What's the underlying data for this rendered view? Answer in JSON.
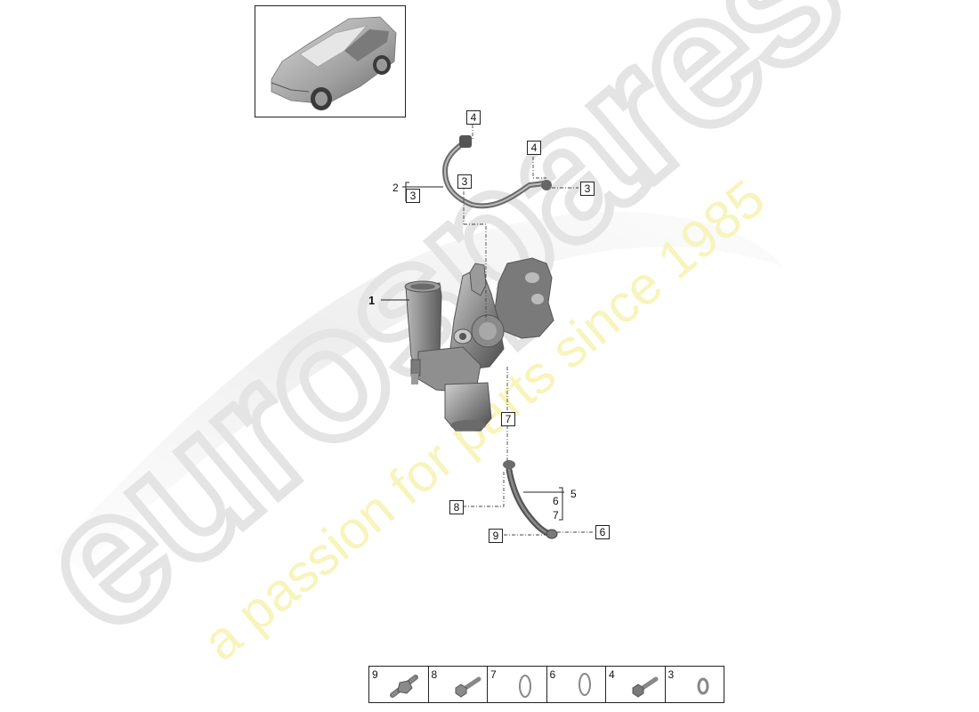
{
  "watermark": {
    "brand": "eurospares",
    "tagline": "a passion for parts since 1985",
    "tagline_color": "#f5f0a8",
    "brand_color": "#e8e8e8"
  },
  "vehicle_thumbnail": {
    "label": "vehicle-overview",
    "description": "SUV isometric view"
  },
  "main_part": {
    "number": "1",
    "name": "turbocharger"
  },
  "callouts": {
    "oil_feed_line": {
      "number": "2",
      "sub": "3"
    },
    "oil_return_line": {
      "number": "5",
      "sub": [
        "6",
        "7"
      ]
    },
    "top_left_4": "4",
    "top_left_3": "3",
    "top_right_4": "4",
    "top_right_3": "3",
    "mid_7": "7",
    "low_8": "8",
    "low_9": "9",
    "low_6": "6"
  },
  "legend": [
    {
      "number": "9",
      "icon": "stud-bolt-icon"
    },
    {
      "number": "8",
      "icon": "bolt-icon"
    },
    {
      "number": "7",
      "icon": "o-ring-icon"
    },
    {
      "number": "6",
      "icon": "o-ring-icon"
    },
    {
      "number": "4",
      "icon": "banjo-bolt-icon"
    },
    {
      "number": "3",
      "icon": "sealing-ring-icon"
    }
  ],
  "colors": {
    "line": "#222222",
    "part_dark": "#5a5a5a",
    "part_mid": "#8a8a8a",
    "part_light": "#c8c8c8"
  }
}
